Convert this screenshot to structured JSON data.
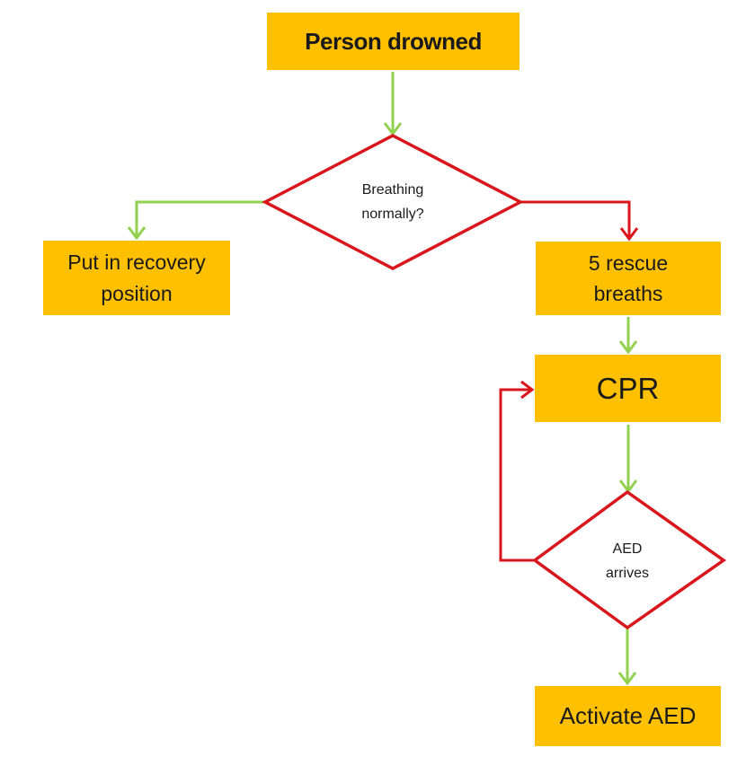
{
  "diagram": {
    "title": "Drowning response flowchart",
    "colors": {
      "box_fill": "#FFC000",
      "decision_stroke": "#D9161C",
      "yes_path": "#92D050",
      "no_path": "#D9161C",
      "text": "#1a1a1a"
    },
    "nodes": {
      "start": {
        "type": "process",
        "lines": [
          "Person drowned"
        ]
      },
      "breathing_check": {
        "type": "decision",
        "lines": [
          "Breathing",
          "normally?"
        ]
      },
      "recovery": {
        "type": "process",
        "lines": [
          "Put in recovery",
          "position"
        ]
      },
      "rescue_breaths": {
        "type": "process",
        "lines": [
          "5 rescue",
          "breaths"
        ]
      },
      "cpr": {
        "type": "process",
        "lines": [
          "CPR"
        ]
      },
      "aed_check": {
        "type": "decision",
        "lines": [
          "AED",
          "arrives"
        ]
      },
      "activate_aed": {
        "type": "process",
        "lines": [
          "Activate AED"
        ]
      }
    },
    "edges": [
      {
        "from": "start",
        "to": "breathing_check",
        "color": "green"
      },
      {
        "from": "breathing_check",
        "to": "recovery",
        "color": "green",
        "meaning": "yes"
      },
      {
        "from": "breathing_check",
        "to": "rescue_breaths",
        "color": "red",
        "meaning": "no"
      },
      {
        "from": "rescue_breaths",
        "to": "cpr",
        "color": "green"
      },
      {
        "from": "cpr",
        "to": "aed_check",
        "color": "green"
      },
      {
        "from": "aed_check",
        "to": "cpr",
        "color": "red",
        "meaning": "no (loop)"
      },
      {
        "from": "aed_check",
        "to": "activate_aed",
        "color": "green",
        "meaning": "yes"
      }
    ]
  }
}
